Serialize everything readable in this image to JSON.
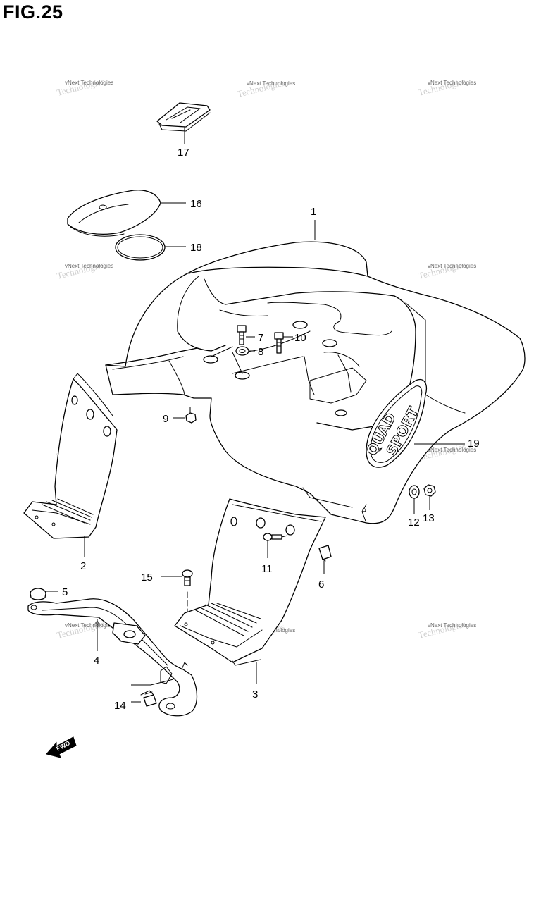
{
  "figure": {
    "title": "FIG.25"
  },
  "watermark": {
    "text": "vNext Technologies"
  },
  "callouts": {
    "p1": "1",
    "p2": "2",
    "p3": "3",
    "p4": "4",
    "p5": "5",
    "p6": "6",
    "p7": "7",
    "p8": "8",
    "p9": "9",
    "p10": "10",
    "p11": "11",
    "p12": "12",
    "p13": "13",
    "p14": "14",
    "p15": "15",
    "p16": "16",
    "p17": "17",
    "p18": "18",
    "p19": "19"
  },
  "decal": {
    "line1": "QUAD",
    "line2": "SPORT"
  },
  "direction_arrow": {
    "label": "FWD",
    "icon": "forward-arrow-icon"
  },
  "colors": {
    "ink": "#000000",
    "paper": "#ffffff",
    "watermark": "#666666"
  }
}
